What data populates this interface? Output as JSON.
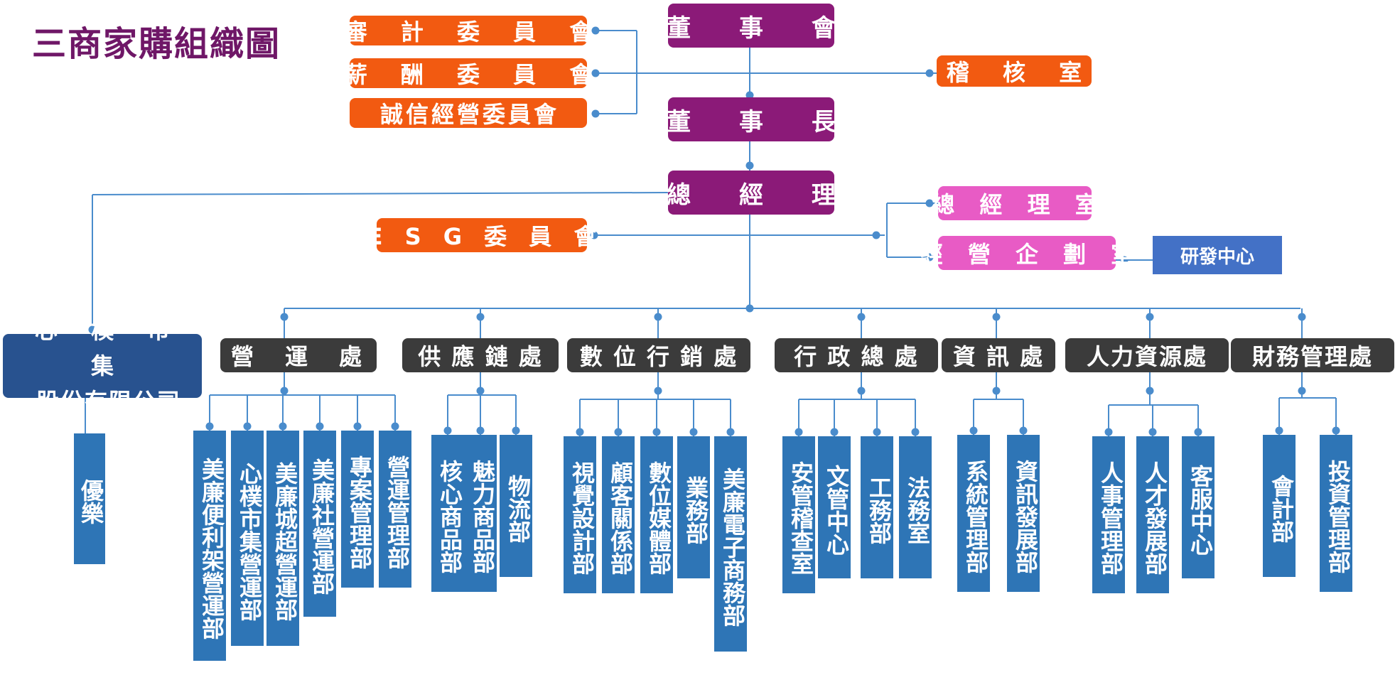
{
  "title": "三商家購組織圖",
  "top": {
    "board": "董 事 會",
    "chairman": "董 事 長",
    "gm": "總 經 理",
    "audit_office": "稽 核 室"
  },
  "committees": {
    "audit": "審 計 委 員 會",
    "compensation": "薪 酬 委 員 會",
    "integrity": "誠信經營委員會",
    "esg": "E S G 委 員 會"
  },
  "gm_units": {
    "gm_office": "總 經 理 室",
    "planning_office": "經 營 企 劃 室",
    "rd_center": "研發中心"
  },
  "subsidiary": {
    "name_line1": "心 樸 市 集",
    "name_line2": "股份有限公司",
    "brand": "優樂Yolé"
  },
  "divisions": [
    {
      "name": "營　運　處",
      "units": [
        "美廉便利架營運部",
        "心樸市集營運部",
        "美廉城超營運部",
        "美廉社營運部",
        "專案管理部",
        "營運管理部"
      ]
    },
    {
      "name": "供 應 鏈 處",
      "units": [
        "核心商品部",
        "魅力商品部",
        "物流部"
      ]
    },
    {
      "name": "數 位 行 銷 處",
      "units": [
        "視覺設計部",
        "顧客關係部",
        "數位媒體部",
        "業務部",
        "美廉電子商務部"
      ]
    },
    {
      "name": "行 政 總 處",
      "units": [
        "安管稽查室",
        "文管中心",
        "工務部",
        "法務室"
      ]
    },
    {
      "name": "資 訊 處",
      "units": [
        "系統管理部",
        "資訊發展部"
      ]
    },
    {
      "name": "人力資源處",
      "units": [
        "人事管理部",
        "人才發展部",
        "客服中心"
      ]
    },
    {
      "name": "財務管理處",
      "units": [
        "會計部",
        "投資管理部"
      ]
    }
  ],
  "colors": {
    "line": "#4a8ccc",
    "purple": "#8b1a78",
    "orange": "#f25a11",
    "pink": "#e85bc5",
    "dark": "#3b3b3b",
    "blue": "#2e75b6",
    "navy": "#28528f",
    "title": "#6f1767"
  }
}
